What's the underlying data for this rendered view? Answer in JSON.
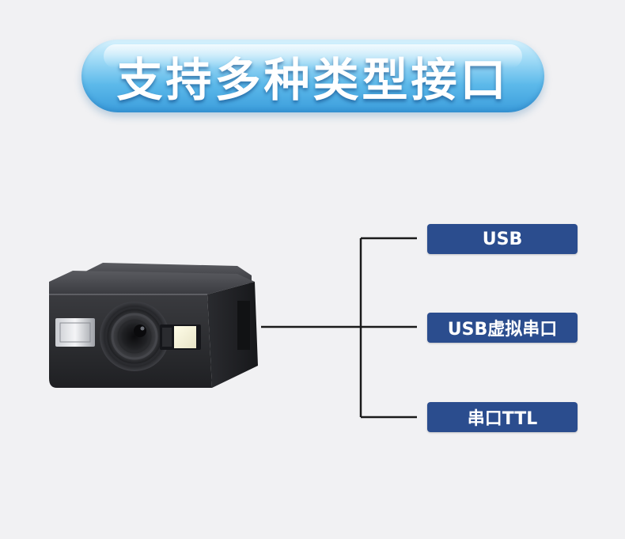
{
  "title": "支持多种类型接口",
  "interfaces": [
    {
      "label": "USB"
    },
    {
      "label": "USB虚拟串口"
    },
    {
      "label": "串口TTL"
    }
  ],
  "colors": {
    "background": "#f1f1f3",
    "interface_box": "#2b4d8e",
    "title_pill": "#5cb9ea",
    "connector_line": "#1a1a1a"
  },
  "product": "scanner-module-illustration"
}
